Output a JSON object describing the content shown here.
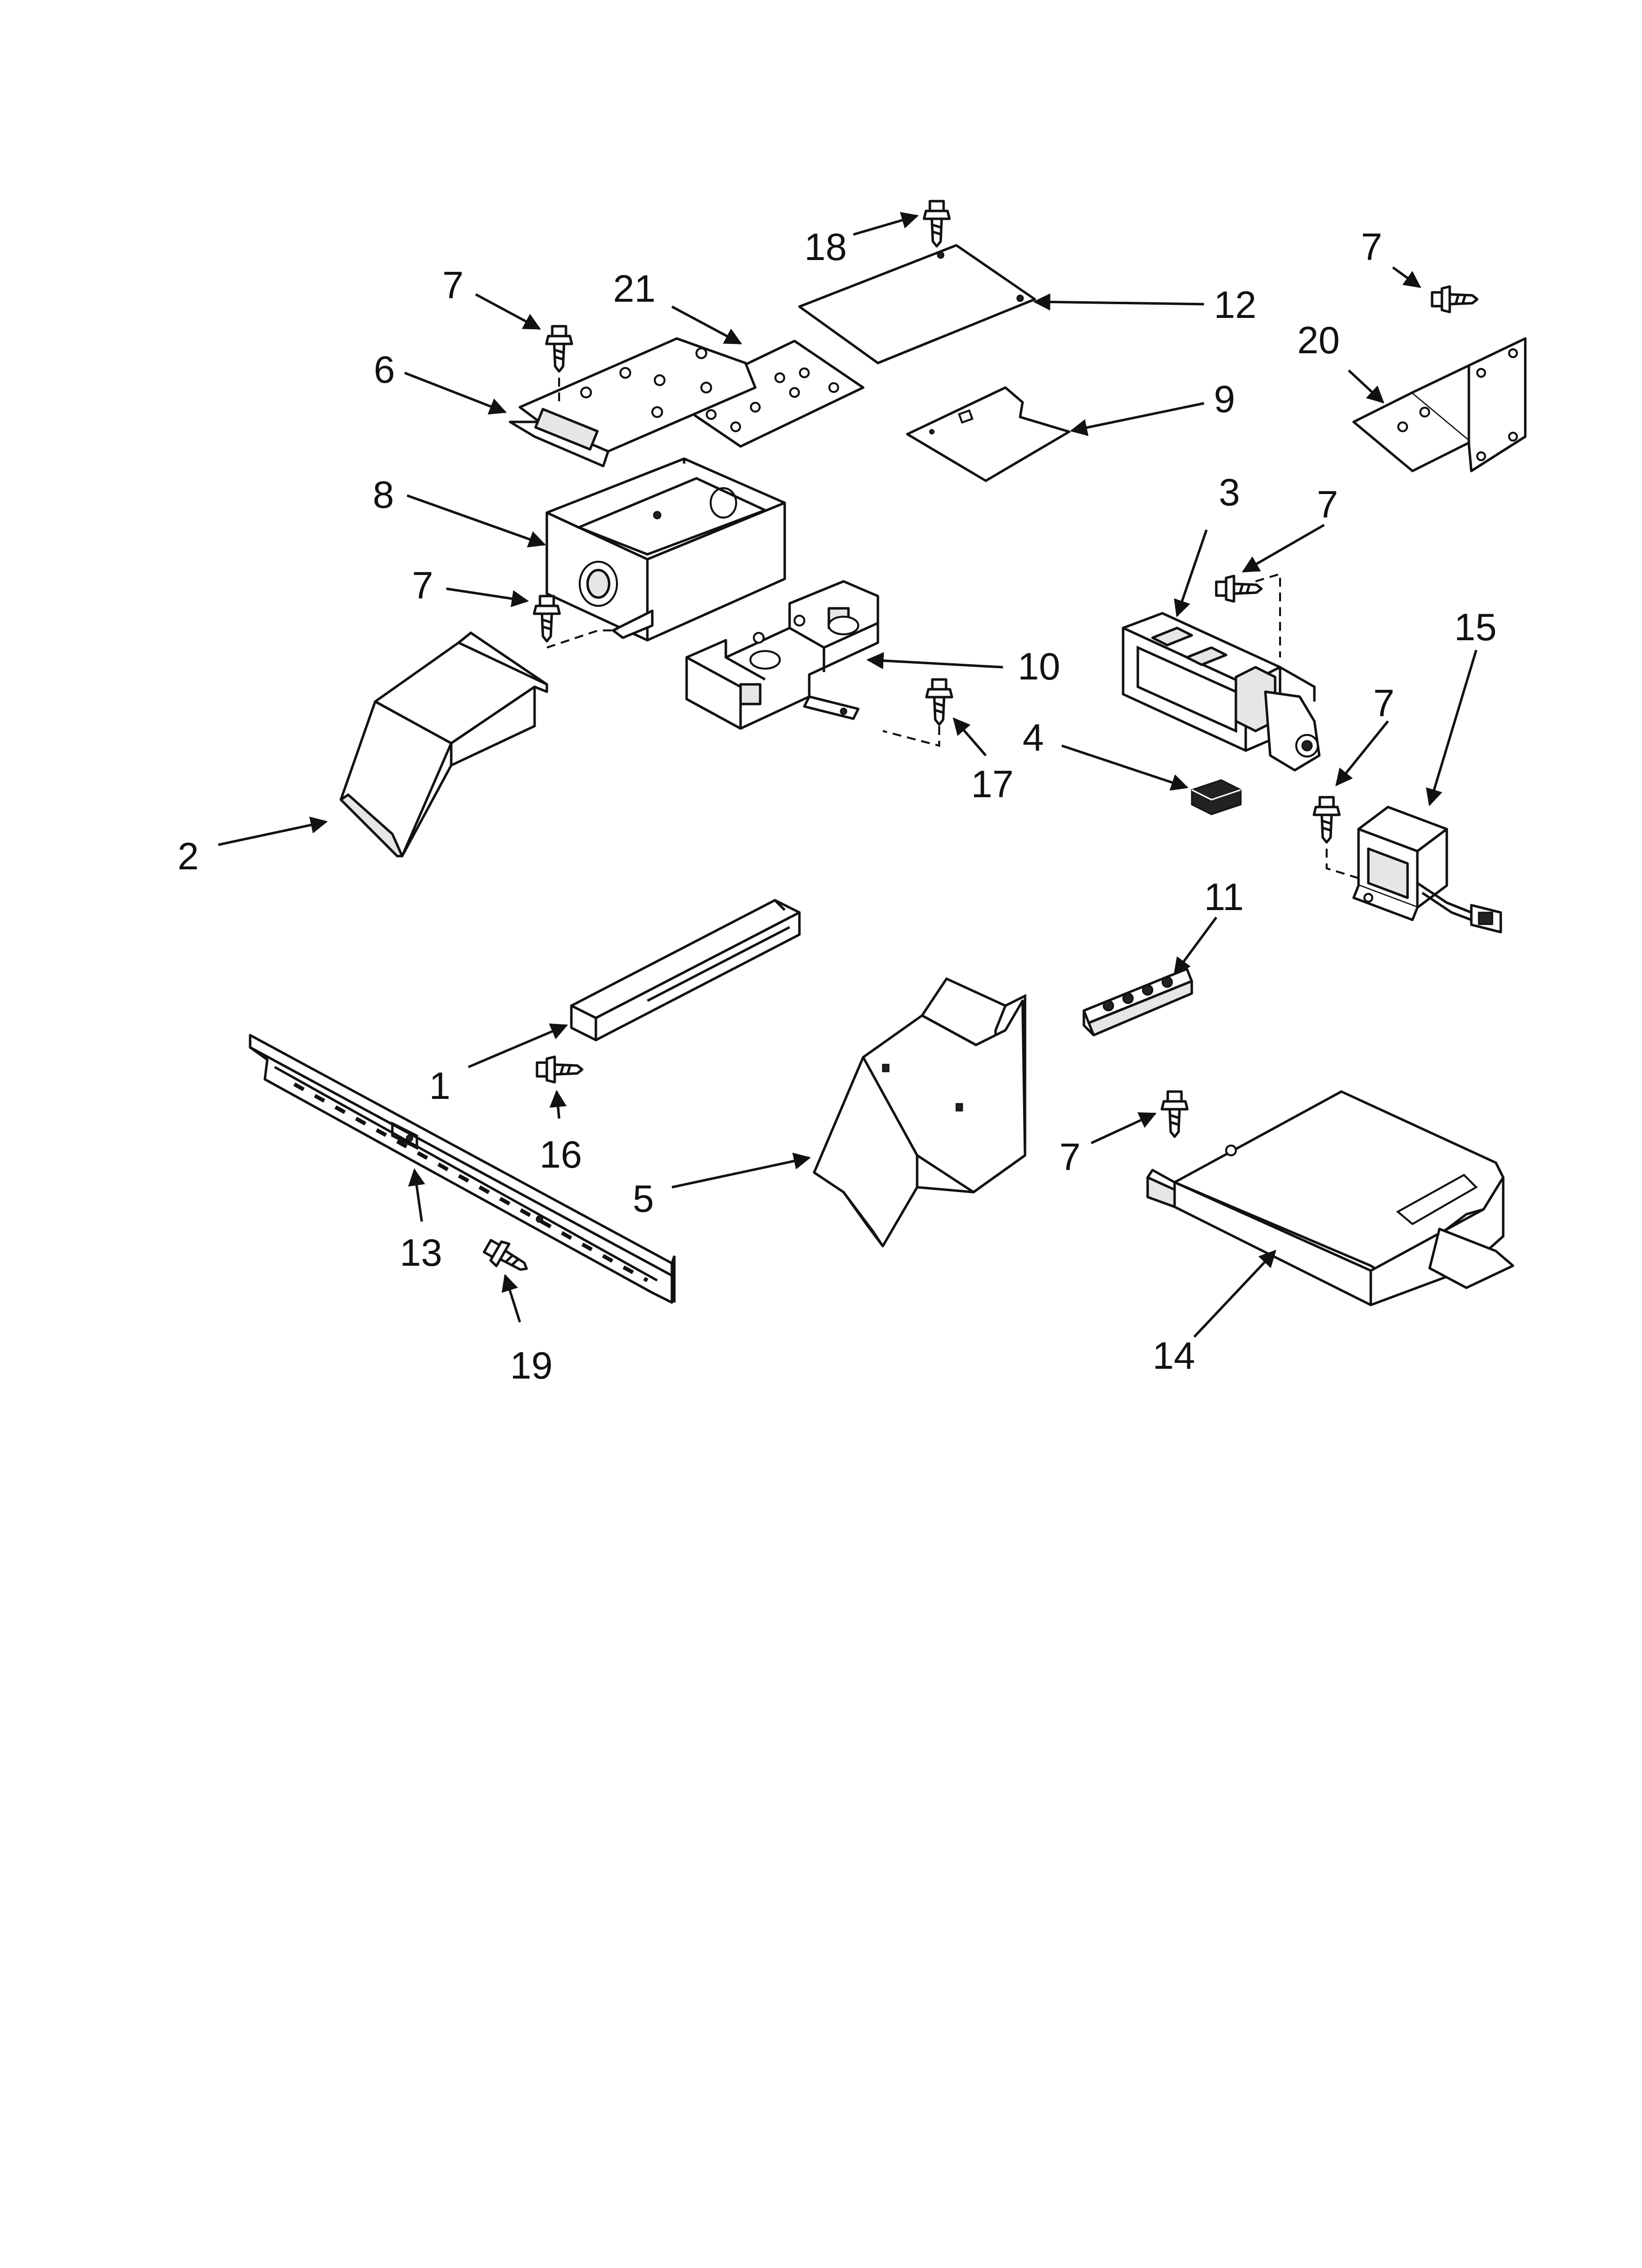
{
  "callouts": {
    "c1": "1",
    "c2": "2",
    "c3": "3",
    "c4": "4",
    "c5": "5",
    "c6": "6",
    "c7a": "7",
    "c7b": "7",
    "c7c": "7",
    "c7d": "7",
    "c7e": "7",
    "c7f": "7",
    "c8": "8",
    "c9": "9",
    "c10": "10",
    "c11": "11",
    "c12": "12",
    "c13": "13",
    "c14": "14",
    "c15": "15",
    "c16": "16",
    "c17": "17",
    "c18": "18",
    "c19": "19",
    "c20": "20",
    "c21": "21"
  }
}
